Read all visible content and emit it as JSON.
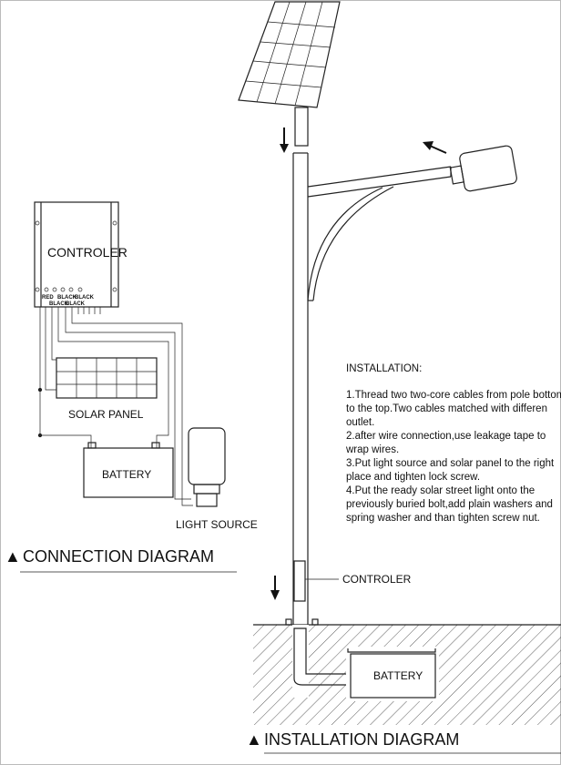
{
  "installation": {
    "title": "INSTALLATION:",
    "lines": [
      "1.Thread two two-core cables from pole bottom",
      "to the top.Two cables matched with differen",
      "outlet.",
      "2.after wire connection,use leakage tape to",
      "wrap wires.",
      "3.Put light source and solar panel to the right",
      "place and tighten lock screw.",
      "4.Put the ready solar street light onto the",
      "previously buried bolt,add plain washers and",
      "spring washer and than tighten screw nut."
    ]
  },
  "connection": {
    "controller_label": "CONTROLER",
    "terminals": [
      "RED",
      "BLACK",
      "BLACK",
      "BLACK",
      "BLACK"
    ],
    "solar_panel_label": "SOLAR PANEL",
    "battery_label": "BATTERY",
    "light_source_label": "LIGHT SOURCE",
    "heading": "CONNECTION DIAGRAM"
  },
  "install_diagram": {
    "controller_label": "CONTROLER",
    "battery_label": "BATTERY",
    "heading": "INSTALLATION DIAGRAM"
  }
}
